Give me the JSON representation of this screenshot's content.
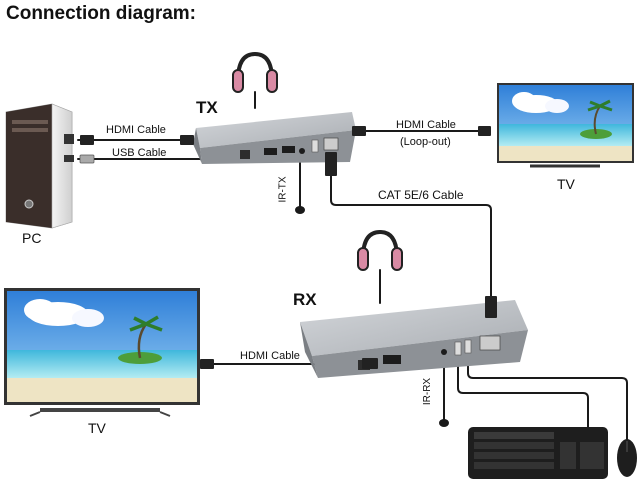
{
  "title": "Connection diagram:",
  "devices": {
    "tx": "TX",
    "rx": "RX",
    "pc": "PC",
    "tv_top": "TV",
    "tv_bottom": "TV"
  },
  "cables": {
    "tx_hdmi_in": "HDMI Cable",
    "tx_usb": "USB Cable",
    "tx_hdmi_out": "HDMI Cable",
    "tx_hdmi_out_note": "(Loop-out)",
    "cat": "CAT 5E/6 Cable",
    "rx_hdmi_out": "HDMI Cable",
    "ir_tx": "IR-TX",
    "ir_rx": "IR-RX"
  },
  "colors": {
    "device_body": "#b9bcc0",
    "device_front": "#8d9196",
    "cable": "#1a1a1a",
    "sky": "#3f8fe0",
    "sea": "#6fd1e6",
    "sand": "#f1ead0",
    "headphone_cup": "#d98aa4"
  }
}
